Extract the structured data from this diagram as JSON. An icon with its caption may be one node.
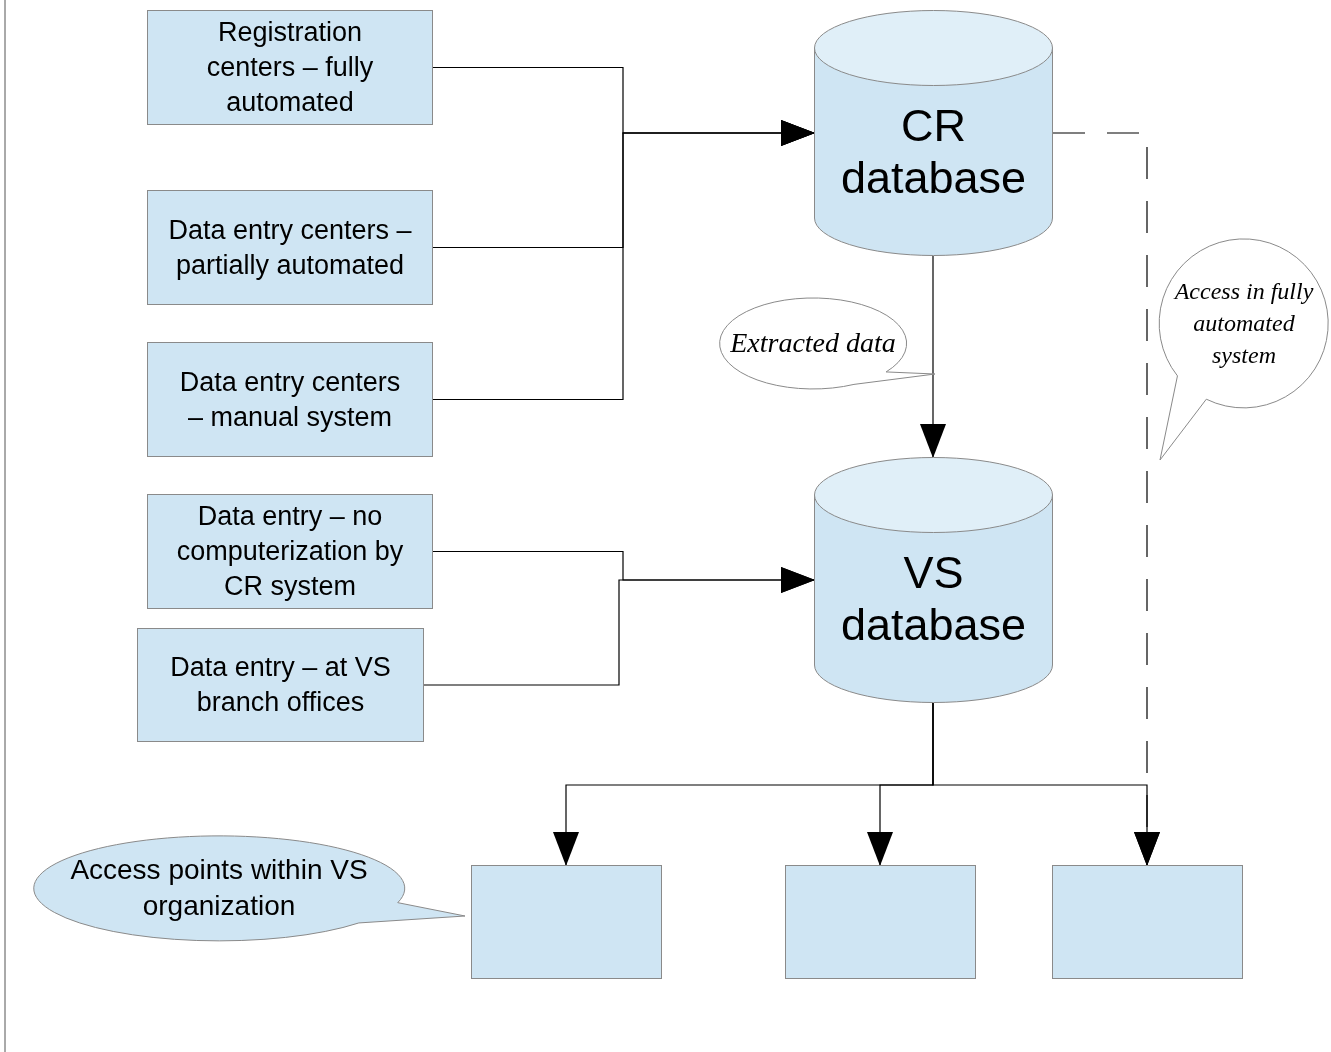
{
  "diagram": {
    "nodes": [
      {
        "text": [
          "Registration centers – fully automated"
        ]
      },
      {
        "text": [
          "Data entry centers – partially automated"
        ]
      },
      {
        "text": [
          "Data entry centers – manual system"
        ]
      },
      {
        "text": [
          "Data entry – no computerization by CR system"
        ]
      },
      {
        "text": [
          "Data entry – at VS branch offices"
        ]
      },
      {
        "text": [
          "CR database"
        ]
      },
      {
        "text": [
          "VS database"
        ]
      },
      {
        "text": [
          "Extracted data"
        ]
      },
      {
        "text": [
          "Access in fully automated system"
        ]
      },
      {
        "text": [
          "Access points within VS organization"
        ]
      },
      {
        "text": [],
        "shape": "box"
      },
      {
        "text": [],
        "shape": "box"
      },
      {
        "text": [],
        "shape": "box"
      }
    ],
    "edges": [
      {
        "from": 0,
        "to": 5,
        "arrow": "to"
      },
      {
        "from": 1,
        "to": 5,
        "arrow": "to"
      },
      {
        "from": 2,
        "to": 5,
        "arrow": "to"
      },
      {
        "from": 5,
        "to": 6,
        "arrow": "to"
      },
      {
        "from": 3,
        "to": 6,
        "arrow": "to"
      },
      {
        "from": 4,
        "to": 6,
        "arrow": "to"
      },
      {
        "from": 6,
        "to": 10,
        "arrow": "to"
      },
      {
        "from": 6,
        "to": 11,
        "arrow": "to"
      },
      {
        "from": 6,
        "to": 12,
        "arrow": "to"
      },
      {
        "from": 5,
        "to": 12,
        "arrow": "to",
        "style": "dashed"
      }
    ]
  }
}
